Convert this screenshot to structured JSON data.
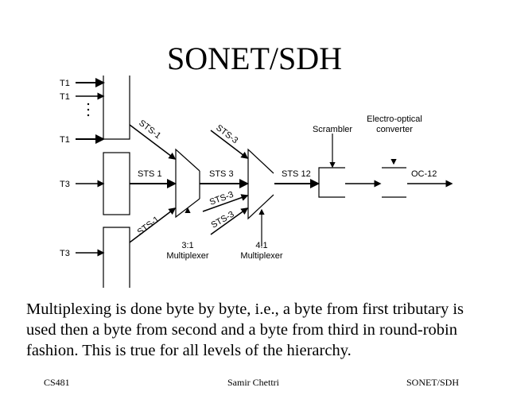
{
  "slide": {
    "title": "SONET/SDH",
    "body": "Multiplexing is done byte by byte, i.e., a byte from first tributary is used then a byte from second and a byte from third in round-robin fashion. This is true for all levels of the hierarchy.",
    "footer": {
      "left": "CS481",
      "center": "Samir Chettri",
      "right": "SONET/SDH"
    }
  },
  "diagram": {
    "inputs": {
      "t1a": "T1",
      "t1b": "T1",
      "t1c": "T1",
      "t3a": "T3",
      "t3b": "T3"
    },
    "signals": {
      "sts1_top": "STS-1",
      "sts1_mid": "STS 1",
      "sts1_bot": "STS-1",
      "sts3_top": "STS-3",
      "sts3_mid": "STS 3",
      "sts3_a": "STS-3",
      "sts3_b": "STS-3",
      "sts12": "STS 12",
      "oc12": "OC-12"
    },
    "mux1": {
      "ratio": "3:1",
      "name": "Multiplexer"
    },
    "mux2": {
      "ratio": "4:1",
      "name": "Multiplexer"
    },
    "scrambler": "Scrambler",
    "converter": {
      "line1": "Electro-optical",
      "line2": "converter"
    }
  }
}
